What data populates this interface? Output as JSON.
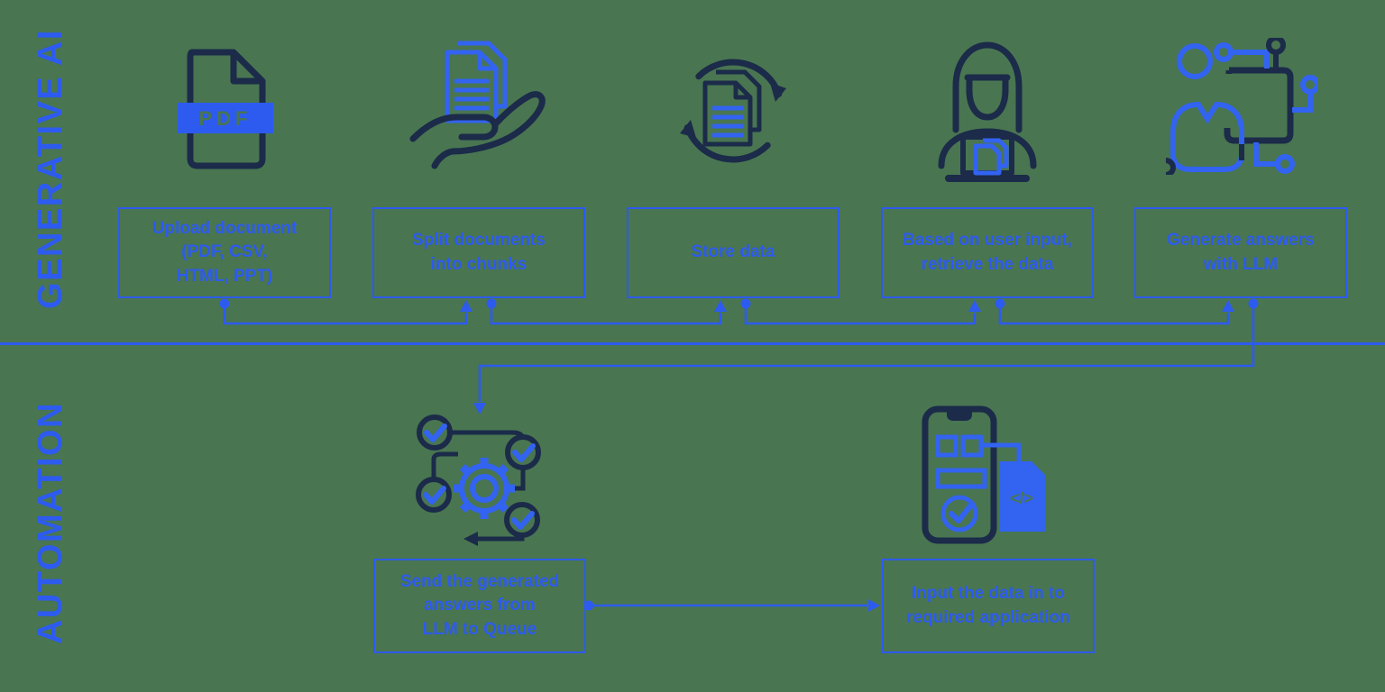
{
  "colors": {
    "background": "#497551",
    "blue": "#2d5bef",
    "icon_blue": "#3263f1",
    "navy": "#1b2b49"
  },
  "pdf_badge": "PDF",
  "code_glyph": "</>",
  "sections": [
    {
      "label": "GENERATIVE AI",
      "steps": [
        {
          "icon": "pdf-file-icon",
          "label": "Upload document\n(PDF, CSV,\nHTML, PPT)"
        },
        {
          "icon": "hand-documents-icon",
          "label": "Split documents\ninto chunks"
        },
        {
          "icon": "sync-documents-icon",
          "label": "Store data"
        },
        {
          "icon": "user-laptop-icon",
          "label": "Based on user input,\nretrieve the data"
        },
        {
          "icon": "llm-user-icon",
          "label": "Generate answers\nwith LLM"
        }
      ]
    },
    {
      "label": "AUTOMATION",
      "steps": [
        {
          "icon": "workflow-gear-icon",
          "label": "Send the generated\nanswers from\nLLM to Queue"
        },
        {
          "icon": "mobile-app-code-icon",
          "label": "Input the data in to\nrequired application"
        }
      ]
    }
  ]
}
